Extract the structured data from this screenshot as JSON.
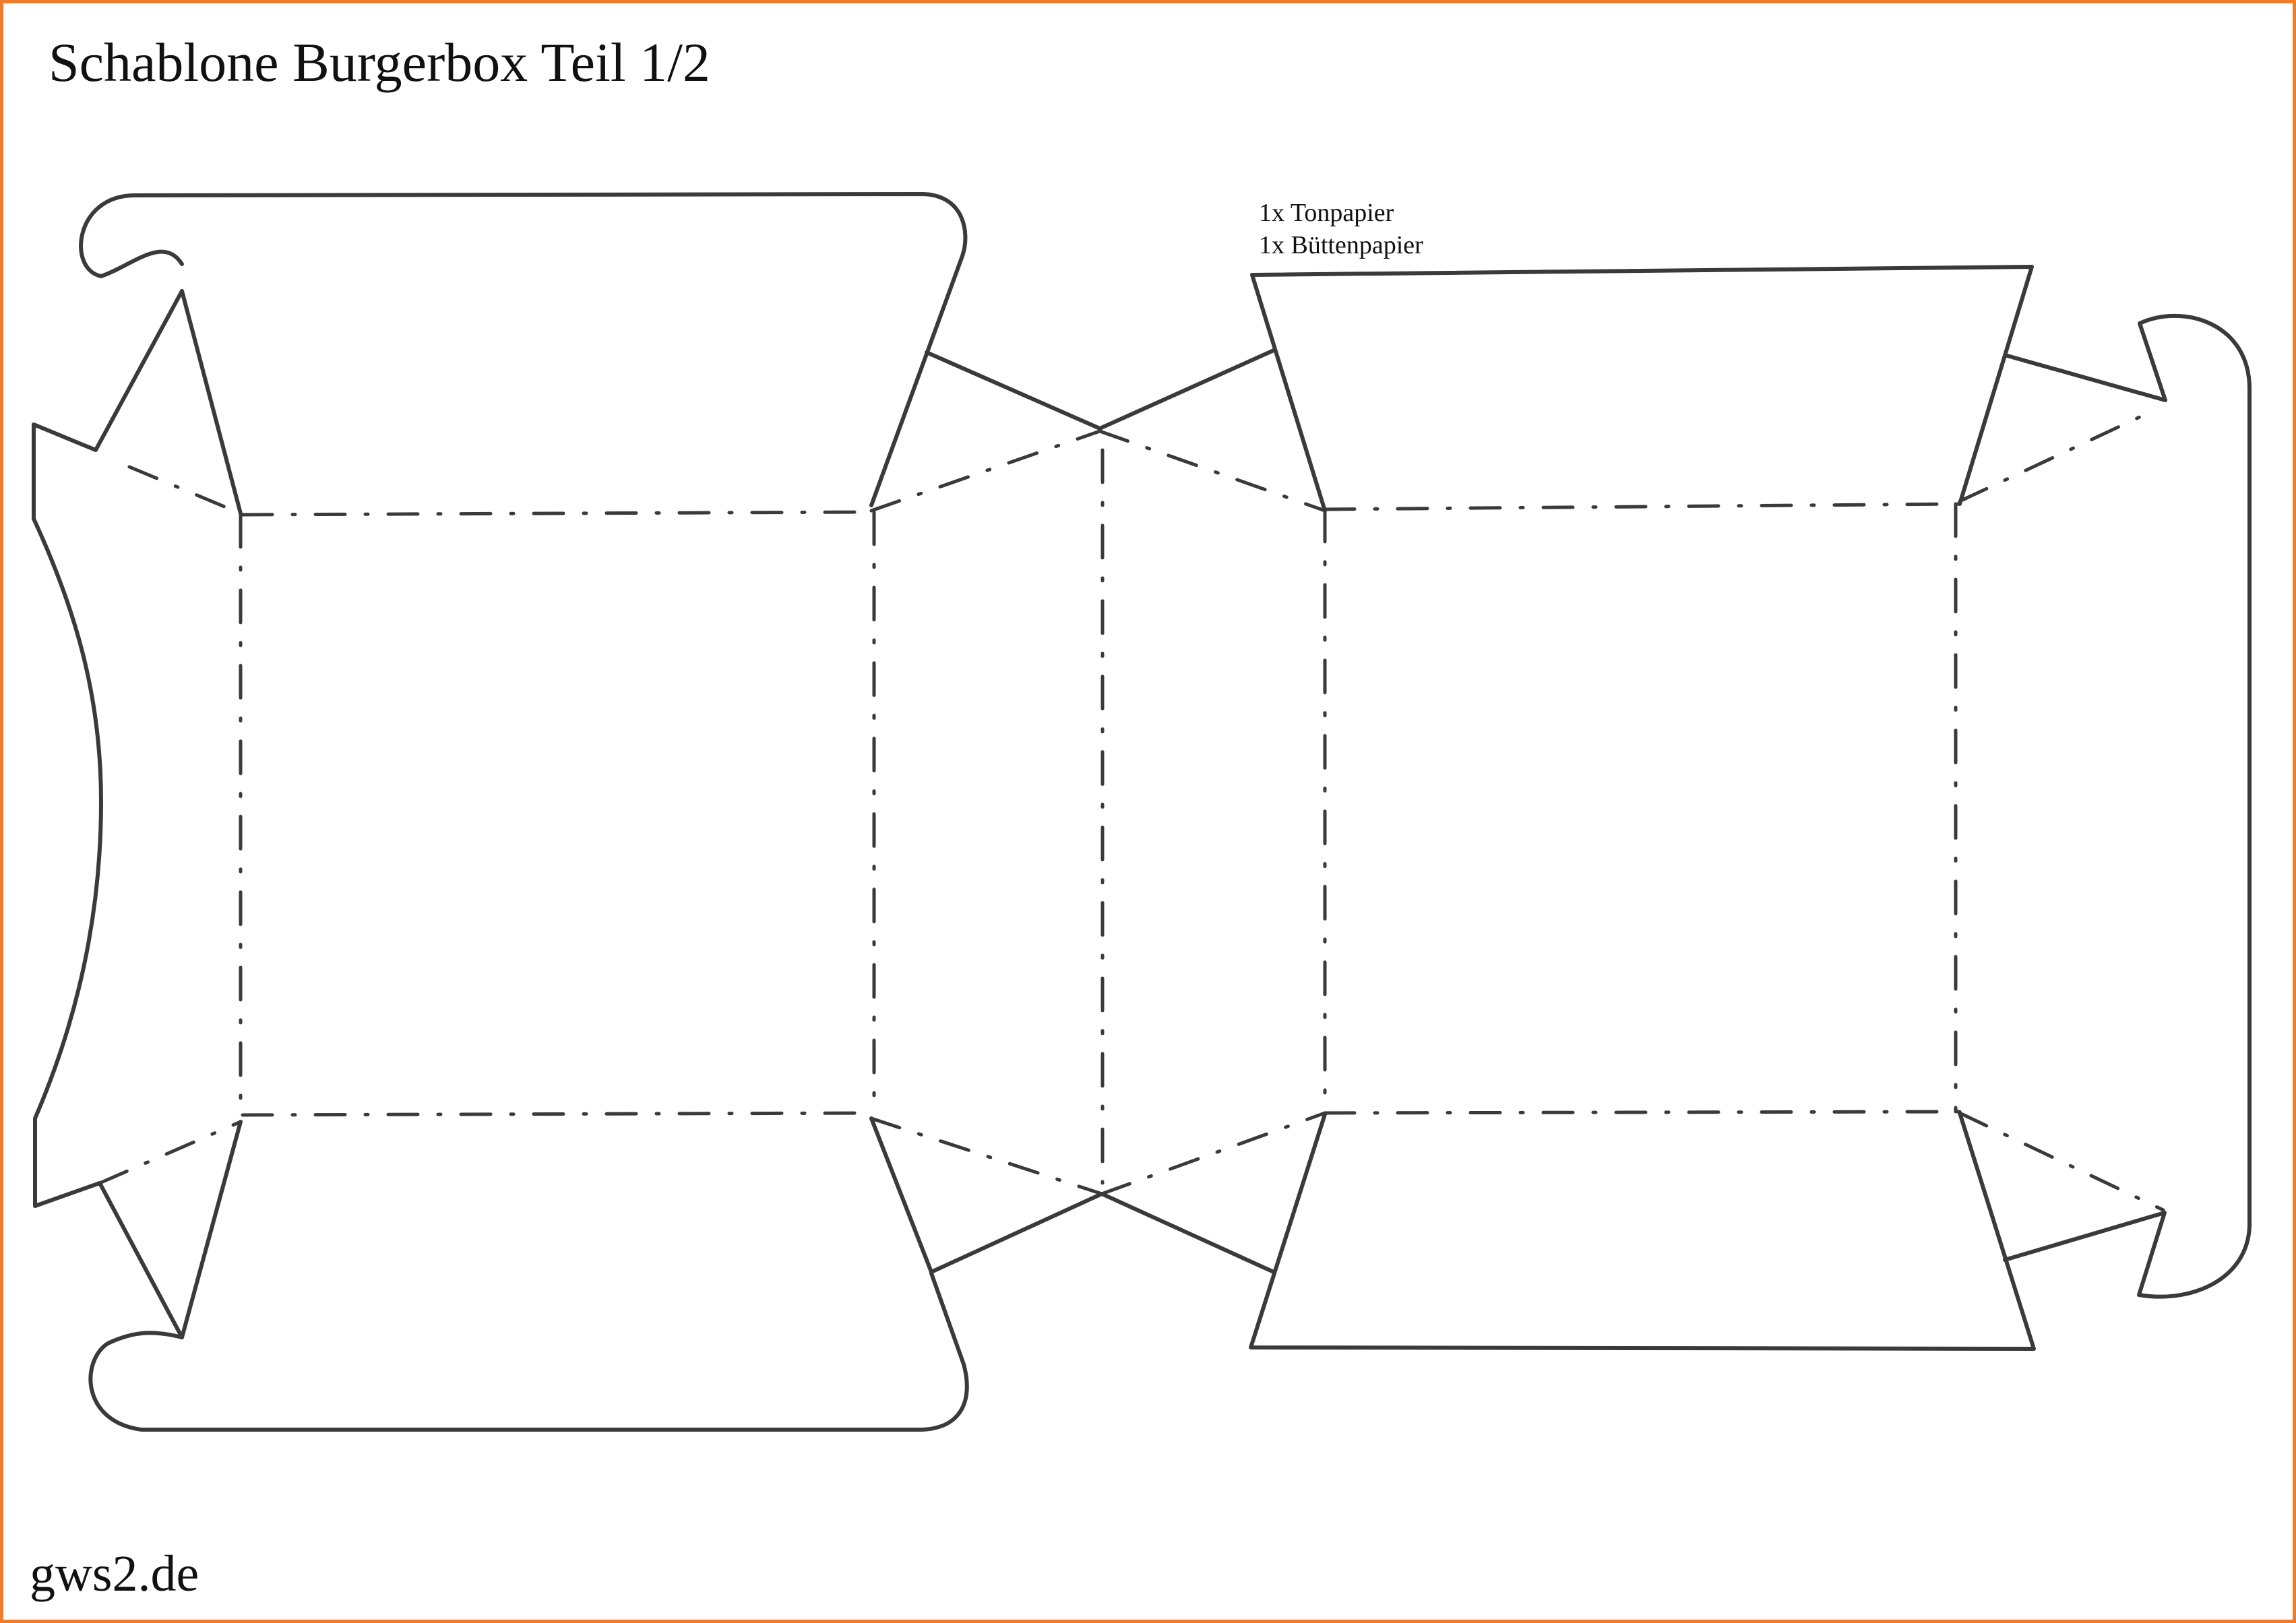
{
  "title": "Schablone Burgerbox Teil 1/2",
  "materials": [
    "1x Tonpapier",
    "1x Büttenpapier"
  ],
  "footer": "gws2.de",
  "colors": {
    "frame": "#f07c2a",
    "line": "#3a3a3a",
    "background": "#ffffff"
  }
}
